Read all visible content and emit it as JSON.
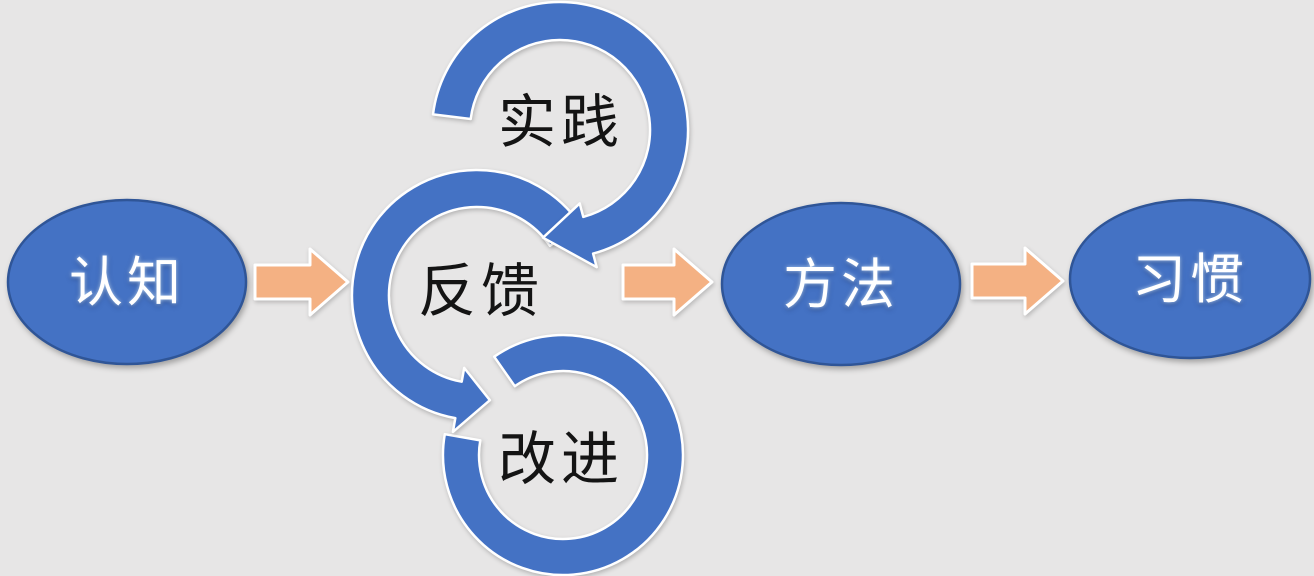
{
  "diagram": {
    "background": "#e7e6e6",
    "colors": {
      "node_fill": "#4472c4",
      "node_border": "#2f5597",
      "node_text": "#ffffff",
      "arrow_fill": "#f4b183",
      "cycle_fill": "#4472c4",
      "cycle_text": "#141414",
      "outline": "#ffffff"
    },
    "nodes": [
      {
        "id": "cognition",
        "label": "认知"
      },
      {
        "id": "method",
        "label": "方法"
      },
      {
        "id": "habit",
        "label": "习惯"
      }
    ],
    "cycle_steps": [
      {
        "id": "practice",
        "label": "实践"
      },
      {
        "id": "feedback",
        "label": "反馈"
      },
      {
        "id": "improvement",
        "label": "改进"
      }
    ]
  }
}
